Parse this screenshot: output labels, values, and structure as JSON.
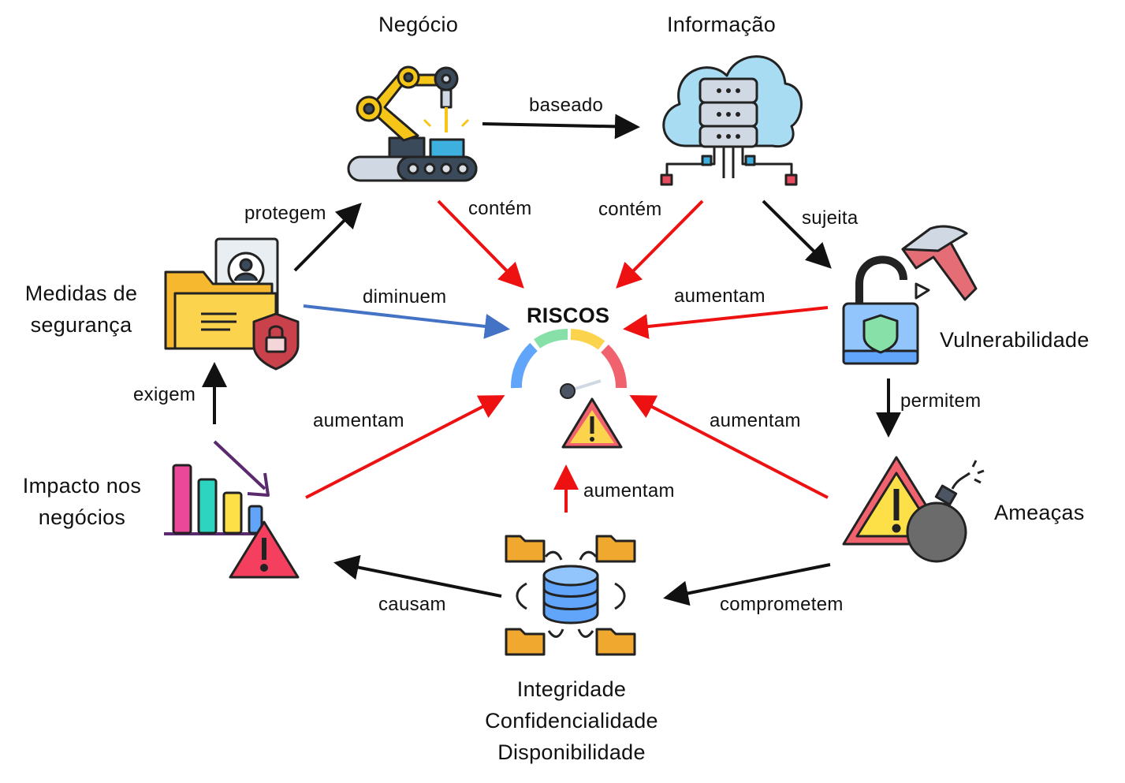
{
  "center": {
    "title": "RISCOS"
  },
  "nodes": {
    "negocio": "Negócio",
    "informacao": "Informação",
    "medidas": [
      "Medidas de",
      "segurança"
    ],
    "vulnerabilidade": "Vulnerabilidade",
    "impacto": [
      "Impacto nos",
      "negócios"
    ],
    "ameacas": "Ameaças",
    "cid": [
      "Integridade",
      "Confidencialidade",
      "Disponibilidade"
    ]
  },
  "edges": {
    "baseado": "baseado",
    "contem_negocio": "contém",
    "contem_informacao": "contém",
    "sujeita": "sujeita",
    "protegem": "protegem",
    "diminuem": "diminuem",
    "aumentam_vuln": "aumentam",
    "exigem": "exigem",
    "permitem": "permitem",
    "aumentam_impacto": "aumentam",
    "aumentam_ameacas": "aumentam",
    "aumentam_cid": "aumentam",
    "causam": "causam",
    "comprometem": "comprometem"
  },
  "colors": {
    "black": "#111111",
    "red": "#ee1111",
    "blue": "#4472c4"
  },
  "icons": [
    "robot-arm-icon",
    "cloud-database-icon",
    "secure-folder-icon",
    "broken-padlock-icon",
    "falling-chart-warning-icon",
    "warning-bomb-icon",
    "database-folders-icon",
    "risk-gauge-icon"
  ]
}
